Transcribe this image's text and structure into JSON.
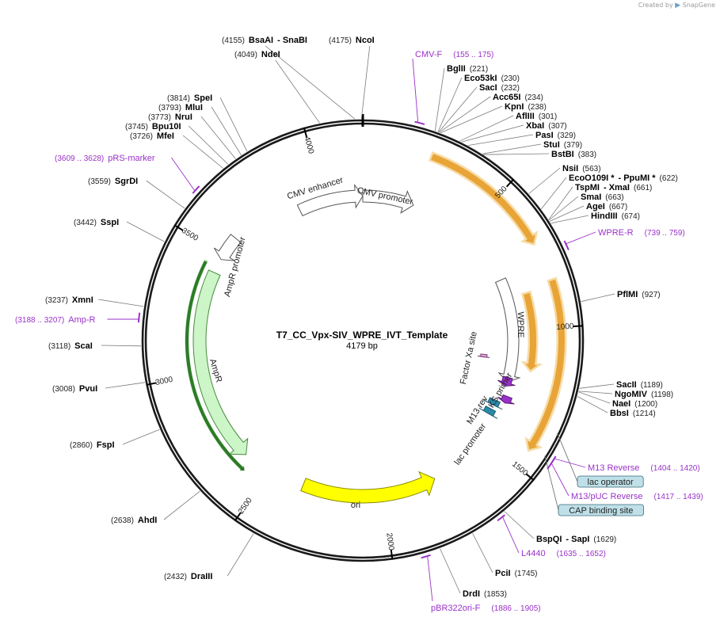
{
  "watermark": {
    "prefix": "Created by",
    "brand": "SnapGene"
  },
  "title": "T7_CC_Vpx-SIV_WPRE_IVT_Template",
  "length": "4179 bp",
  "total_bp": 4179,
  "ticks": [
    {
      "bp": 500,
      "label": "500"
    },
    {
      "bp": 1000,
      "label": "1000"
    },
    {
      "bp": 1500,
      "label": "1500"
    },
    {
      "bp": 2000,
      "label": "2000"
    },
    {
      "bp": 2500,
      "label": "2500"
    },
    {
      "bp": 3000,
      "label": "3000"
    },
    {
      "bp": 3500,
      "label": "3500"
    },
    {
      "bp": 4000,
      "label": "4000"
    }
  ],
  "enzymes": [
    {
      "name": "NcoI",
      "pos": "(4175)",
      "bp": 4175
    },
    {
      "name": "BsaAI",
      "sep": "- SnaBI",
      "pos": "(4155)",
      "bp": 4155
    },
    {
      "name": "NdeI",
      "pos": "(4049)",
      "bp": 4049
    },
    {
      "name": "SpeI",
      "pos": "(3814)",
      "bp": 3814
    },
    {
      "name": "MluI",
      "pos": "(3793)",
      "bp": 3793
    },
    {
      "name": "NruI",
      "pos": "(3773)",
      "bp": 3773
    },
    {
      "name": "Bpu10I",
      "pos": "(3745)",
      "bp": 3745
    },
    {
      "name": "MfeI",
      "pos": "(3726)",
      "bp": 3726
    },
    {
      "name": "SgrDI",
      "pos": "(3559)",
      "bp": 3559
    },
    {
      "name": "SspI",
      "pos": "(3442)",
      "bp": 3442
    },
    {
      "name": "XmnI",
      "pos": "(3237)",
      "bp": 3237
    },
    {
      "name": "ScaI",
      "pos": "(3118)",
      "bp": 3118
    },
    {
      "name": "PvuI",
      "pos": "(3008)",
      "bp": 3008
    },
    {
      "name": "FspI",
      "pos": "(2860)",
      "bp": 2860
    },
    {
      "name": "AhdI",
      "pos": "(2638)",
      "bp": 2638
    },
    {
      "name": "DraIII",
      "pos": "(2432)",
      "bp": 2432
    },
    {
      "name": "BglII",
      "pos": "(221)",
      "bp": 221
    },
    {
      "name": "Eco53kI",
      "pos": "(230)",
      "bp": 230
    },
    {
      "name": "SacI",
      "pos": "(232)",
      "bp": 232
    },
    {
      "name": "Acc65I",
      "pos": "(234)",
      "bp": 234
    },
    {
      "name": "KpnI",
      "pos": "(238)",
      "bp": 238
    },
    {
      "name": "AflIII",
      "pos": "(301)",
      "bp": 301
    },
    {
      "name": "XbaI",
      "pos": "(307)",
      "bp": 307
    },
    {
      "name": "PasI",
      "pos": "(329)",
      "bp": 329
    },
    {
      "name": "StuI",
      "pos": "(379)",
      "bp": 379
    },
    {
      "name": "BstBI",
      "pos": "(383)",
      "bp": 383
    },
    {
      "name": "NsiI",
      "pos": "(563)",
      "bp": 563
    },
    {
      "name": "EcoO109I *",
      "sep": "- PpuMI *",
      "pos": "(622)",
      "bp": 622
    },
    {
      "name": "TspMI",
      "sep": "- XmaI",
      "pos": "(661)",
      "bp": 661
    },
    {
      "name": "SmaI",
      "pos": "(663)",
      "bp": 663
    },
    {
      "name": "AgeI",
      "pos": "(667)",
      "bp": 667
    },
    {
      "name": "HindIII",
      "pos": "(674)",
      "bp": 674
    },
    {
      "name": "PflMI",
      "pos": "(927)",
      "bp": 927
    },
    {
      "name": "SacII",
      "pos": "(1189)",
      "bp": 1189
    },
    {
      "name": "NgoMIV",
      "pos": "(1198)",
      "bp": 1198
    },
    {
      "name": "NaeI",
      "pos": "(1200)",
      "bp": 1200
    },
    {
      "name": "BbsI",
      "pos": "(1214)",
      "bp": 1214
    },
    {
      "name": "BspQI",
      "sep": "- SapI",
      "pos": "(1629)",
      "bp": 1629
    },
    {
      "name": "PciI",
      "pos": "(1745)",
      "bp": 1745
    },
    {
      "name": "DrdI",
      "pos": "(1853)",
      "bp": 1853
    }
  ],
  "primers": [
    {
      "name": "CMV-F",
      "pos": "(155 .. 175)",
      "start": 155,
      "end": 175,
      "dir": 1
    },
    {
      "name": "WPRE-R",
      "pos": "(739 .. 759)",
      "start": 739,
      "end": 759,
      "dir": -1
    },
    {
      "name": "M13 Reverse",
      "pos": "(1404 .. 1420)",
      "start": 1404,
      "end": 1420,
      "dir": -1
    },
    {
      "name": "M13/pUC Reverse",
      "pos": "(1417 .. 1439)",
      "start": 1417,
      "end": 1439,
      "dir": -1
    },
    {
      "name": "L4440",
      "pos": "(1635 .. 1652)",
      "start": 1635,
      "end": 1652,
      "dir": -1
    },
    {
      "name": "pBR322ori-F",
      "pos": "(1886 .. 1905)",
      "start": 1886,
      "end": 1905,
      "dir": 1
    },
    {
      "name": "Amp-R",
      "pos": "(3188 .. 3207)",
      "start": 3188,
      "end": 3207,
      "dir": 1
    },
    {
      "name": "pRS-marker",
      "pos": "(3609 .. 3628)",
      "start": 3609,
      "end": 3628,
      "dir": 1
    }
  ],
  "boxed_features": [
    {
      "name": "lac operator"
    },
    {
      "name": "CAP binding site"
    }
  ],
  "features": [
    {
      "name": "CMV enhancer"
    },
    {
      "name": "CMV promoter"
    },
    {
      "name": "WPRE"
    },
    {
      "name": "Factor Xa site"
    },
    {
      "name": "KS primer"
    },
    {
      "name": "M13 rev"
    },
    {
      "name": "lac promoter"
    },
    {
      "name": "ori"
    },
    {
      "name": "AmpR"
    },
    {
      "name": "AmpR promoter"
    }
  ],
  "colors": {
    "backbone": "#1a1a1a",
    "enzyme_line": "#7a7a7a",
    "primer": "#9a32c8",
    "orange_feature": "#e8a436",
    "orange_glow": "#f6dca8",
    "ampr_fill": "#ccf5c8",
    "ampr_glow": "#7fd97a",
    "ori_fill": "#ffff00",
    "lac_blue": "#2a8aa8",
    "box_fill": "#bfe0e8"
  }
}
